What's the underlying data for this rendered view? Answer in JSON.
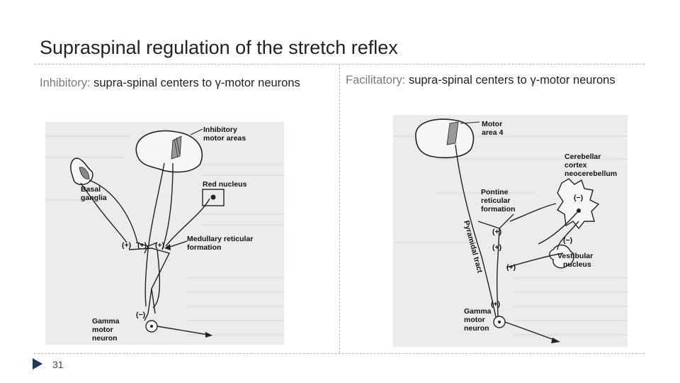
{
  "slide": {
    "title": "Supraspinal regulation of the stretch reflex",
    "page_number": "31"
  },
  "left": {
    "heading_keyword": "Inhibitory:",
    "heading_rest": " supra-spinal centers to γ-motor neurons",
    "labels": {
      "inhibitory_motor_areas_1": "Inhibitory",
      "inhibitory_motor_areas_2": "motor areas",
      "basal_ganglia_1": "Basal",
      "basal_ganglia_2": "ganglia",
      "red_nucleus": "Red nucleus",
      "medullary_1": "Medullary reticular",
      "medullary_2": "formation",
      "gamma_1": "Gamma",
      "gamma_2": "motor",
      "gamma_3": "neuron",
      "plus": "(+)",
      "minus": "(−)"
    }
  },
  "right": {
    "heading_keyword": "Facilitatory:",
    "heading_rest": " supra-spinal  centers to γ-motor neurons",
    "labels": {
      "motor_area_1": "Motor",
      "motor_area_2": "area 4",
      "cerebellar_1": "Cerebellar",
      "cerebellar_2": "cortex",
      "cerebellar_3": "neocerebellum",
      "pontine_1": "Pontine",
      "pontine_2": "reticular",
      "pontine_3": "formation",
      "pyramidal_tract": "Pyramidal tract",
      "vestibular_1": "Vestibular",
      "vestibular_2": "nucleus",
      "gamma_1": "Gamma",
      "gamma_2": "motor",
      "gamma_3": "neuron",
      "plus": "(+)",
      "minus": "(−)"
    }
  },
  "colors": {
    "accent_keyword": "#7a7a7a",
    "bullet": "#1f3a5f"
  }
}
